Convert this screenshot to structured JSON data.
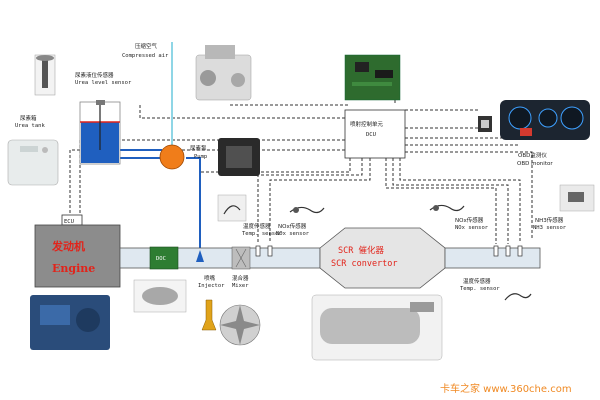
{
  "labels": {
    "compressed_air_cn": "压缩空气",
    "compressed_air_en": "Compressed air",
    "urea_level_cn": "尿素液位传感器",
    "urea_level_en": "Urea level sensor",
    "urea_tank_cn": "尿素箱",
    "urea_tank_en": "Urea tank",
    "pump_cn": "尿素泵",
    "pump_en": "Pump",
    "dcu_cn": "喷射控制单元",
    "dcu_en": "DCU",
    "obd_cn": "OBD监测仪",
    "obd_en": "OBD monitor",
    "ecu": "ECU",
    "engine_cn": "发动机",
    "engine_en": "Engine",
    "doc": "DOC",
    "temp1_cn": "温度传感器",
    "temp1_en": "Temp. sensor",
    "nox1_cn": "NOx传感器",
    "nox1_en": "NOx sensor",
    "injector_cn": "喷嘴",
    "injector_en": "Injector",
    "mixer_cn": "混合器",
    "mixer_en": "Mixer",
    "scr_cn": "SCR 催化器",
    "scr_en": "SCR convertor",
    "nox2_cn": "NOx传感器",
    "nox2_en": "NOx sensor",
    "nh3_cn": "NH3传感器",
    "nh3_en": "NH3 sensor",
    "temp2_cn": "温度传感器",
    "temp2_en": "Temp. sensor",
    "watermark": "卡车之家 www.360che.com"
  },
  "colors": {
    "pipe_blue": "#1f5fbf",
    "air_cyan": "#8fd6e6",
    "pump_orange": "#f07d1a",
    "engine_gray": "#8c8c8c",
    "doc_green": "#2e7d32",
    "label_red": "#e2231a",
    "exhaust_pipe": "#dfe8f0"
  },
  "icons": [
    "urea-level-sensor-photo",
    "urea-tank-photo",
    "air-compressor-photo",
    "dcu-board-photo",
    "obd-monitor-photo",
    "engine-photo",
    "doc-photo",
    "injector-photo",
    "mixer-photo",
    "scr-muffler-photo",
    "sensor-photo"
  ]
}
